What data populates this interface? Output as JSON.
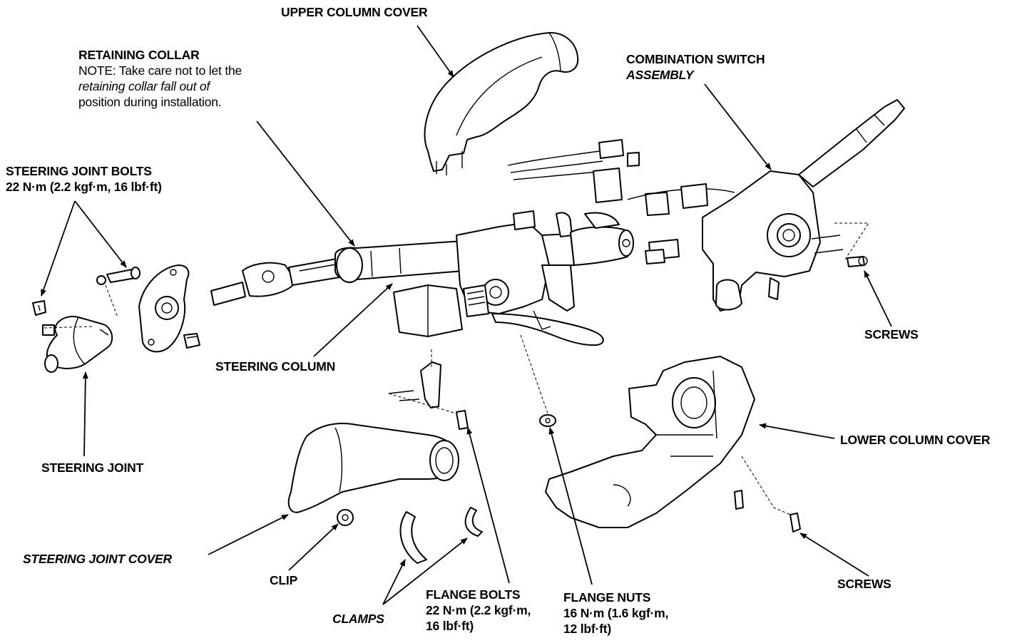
{
  "labels": {
    "upper_column_cover": "UPPER COLUMN COVER",
    "retaining_collar": {
      "title": "RETAINING COLLAR",
      "note_1": "NOTE:  Take care not to let the",
      "note_2": "retaining collar fall out of",
      "note_3": "position during installation."
    },
    "combination_switch": {
      "line_1": "COMBINATION SWITCH",
      "line_2": "ASSEMBLY"
    },
    "steering_joint_bolts": {
      "title": "STEERING JOINT BOLTS",
      "torque": "22 N·m (2.2 kgf·m, 16 lbf·ft)"
    },
    "screws_upper": "SCREWS",
    "steering_column": "STEERING COLUMN",
    "lower_column_cover": "LOWER COLUMN COVER",
    "steering_joint": "STEERING JOINT",
    "steering_joint_cover": "STEERING JOINT COVER",
    "clip": "CLIP",
    "clamps": "CLAMPS",
    "flange_bolts": {
      "title": "FLANGE BOLTS",
      "torque_1": "22 N·m (2.2 kgf·m,",
      "torque_2": "16 lbf·ft)"
    },
    "flange_nuts": {
      "title": "FLANGE NUTS",
      "torque_1": "16 N·m (1.6 kgf·m,",
      "torque_2": "12 lbf·ft)"
    },
    "screws_lower": "SCREWS"
  }
}
